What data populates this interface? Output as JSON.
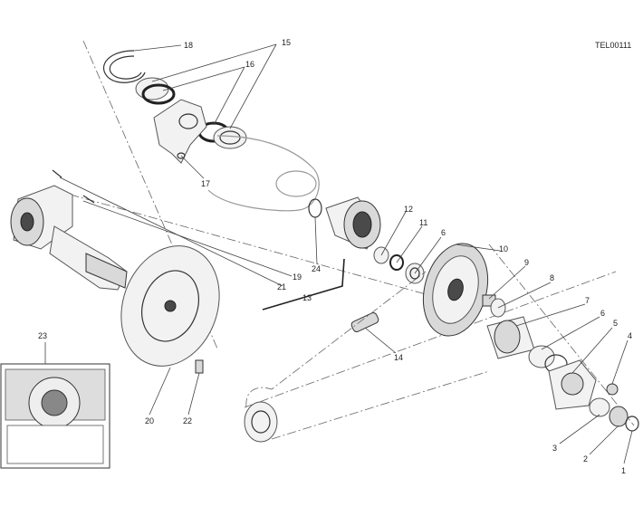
{
  "drawing_code": "TEL00111",
  "callouts": [
    "1",
    "2",
    "3",
    "4",
    "5",
    "6",
    "6",
    "7",
    "8",
    "9",
    "10",
    "11",
    "12",
    "13",
    "14",
    "15",
    "16",
    "17",
    "18",
    "19",
    "20",
    "21",
    "22",
    "23",
    "24"
  ],
  "icons": [
    "exploded-view-drawing"
  ]
}
